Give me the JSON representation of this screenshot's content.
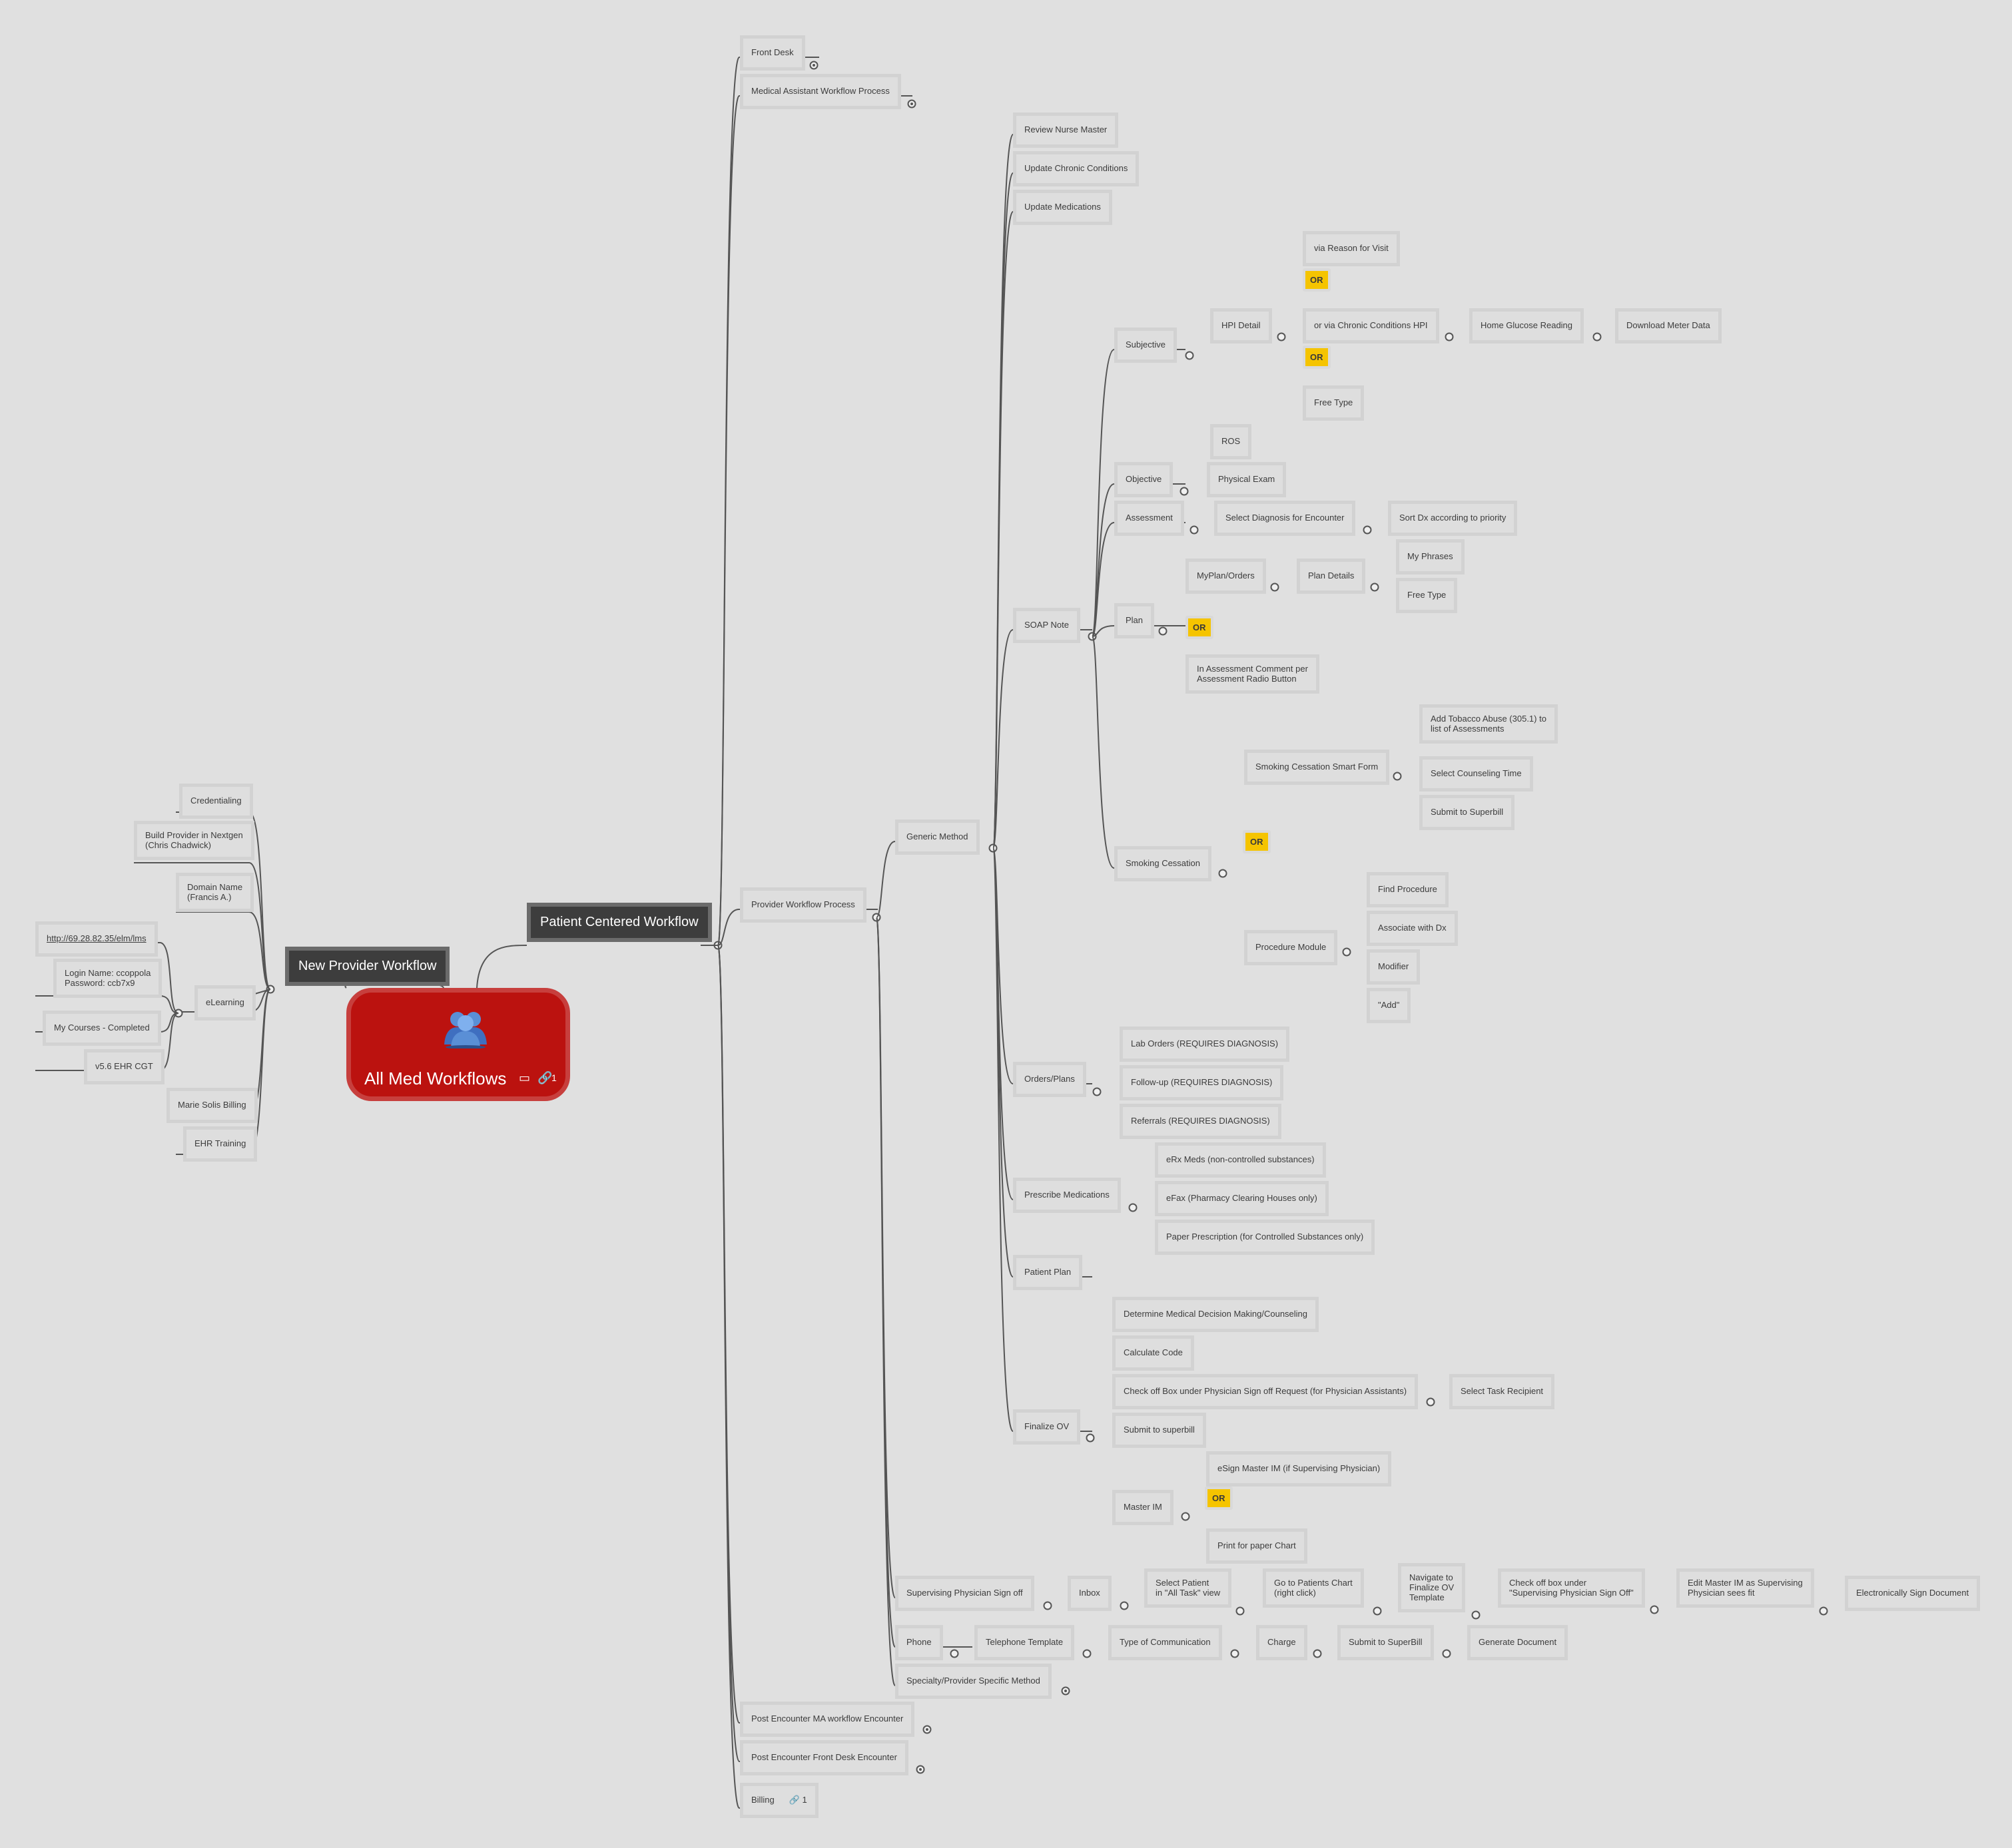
{
  "colors": {
    "background": "#e0e0e0",
    "central": "#bb120f",
    "or_tag": "#f5c400",
    "main_topic": "#3d3d3d",
    "line": "#555555"
  },
  "central": {
    "title": "All Med Workflows",
    "link_count": "1",
    "icon": "people-icon",
    "note_icon": "note-icon",
    "link_icon": "link-icon"
  },
  "main_topics": {
    "patient": "Patient Centered Workflow",
    "provider_new": "New Provider Workflow"
  },
  "left_branch": {
    "credentialing": "Credentialing",
    "build_provider": "Build Provider in Nextgen\n(Chris Chadwick)",
    "domain_name": "Domain Name\n(Francis A.)",
    "elearning": "eLearning",
    "url": "http://69.28.82.35/elm/lms",
    "login": "Login Name: ccoppola\nPassword: ccb7x9",
    "my_courses": "My Courses - Completed",
    "ehr_cgt": "v5.6 EHR CGT",
    "marie": "Marie Solis Billing",
    "ehr_training": "EHR Training"
  },
  "right_branch": {
    "front_desk": "Front Desk",
    "ma_process": "Medical Assistant Workflow Process",
    "provider_process": "Provider Workflow Process",
    "generic_method": "Generic Method",
    "review_nurse": "Review Nurse Master",
    "update_chronic": "Update Chronic Conditions",
    "update_meds": "Update Medications",
    "soap": "SOAP Note",
    "subjective": "Subjective",
    "hpi": "HPI Detail",
    "via_reason": "via Reason for Visit",
    "or_label": "OR",
    "or_chronic_hpi": "or via Chronic Conditions HPI",
    "home_glucose": "Home Glucose Reading",
    "download_meter": "Download Meter Data",
    "free_type": "Free Type",
    "ros": "ROS",
    "objective": "Objective",
    "physical_exam": "Physical Exam",
    "assessment": "Assessment",
    "select_dx": "Select Diagnosis for Encounter",
    "sort_dx": "Sort Dx according to priority",
    "plan": "Plan",
    "myplan": "MyPlan/Orders",
    "plan_details": "Plan Details",
    "my_phrases": "My Phrases",
    "free_type2": "Free Type",
    "in_assessment": "In Assessment Comment per\nAssessment Radio Button",
    "smoking": "Smoking Cessation",
    "smoking_form": "Smoking Cessation Smart Form",
    "add_tobacco": "Add Tobacco Abuse (305.1) to\nlist of Assessments",
    "counseling_time": "Select Counseling Time",
    "submit_superbill": "Submit to Superbill",
    "procedure_module": "Procedure Module",
    "find_procedure": "Find Procedure",
    "associate_dx": "Associate with Dx",
    "modifier": "Modifier",
    "add": "\"Add\"",
    "orders_plans": "Orders/Plans",
    "lab_orders": "Lab Orders (REQUIRES DIAGNOSIS)",
    "follow_up": "Follow-up (REQUIRES DIAGNOSIS)",
    "referrals": "Referrals (REQUIRES DIAGNOSIS)",
    "prescribe": "Prescribe Medications",
    "erx": "eRx Meds (non-controlled substances)",
    "efax": "eFax (Pharmacy Clearing Houses only)",
    "paper_rx": "Paper Prescription (for Controlled Substances only)",
    "patient_plan": "Patient Plan",
    "finalize_ov": "Finalize OV",
    "determine_mdm": "Determine Medical Decision Making/Counseling",
    "calculate_code": "Calculate Code",
    "check_off_box": "Check off Box under Physician Sign off Request (for Physician Assistants)",
    "select_task_recipient": "Select Task Recipient",
    "submit_superbill_lc": "Submit to superbill",
    "master_im": "Master IM",
    "esign_master": "eSign Master IM (if Supervising Physician)",
    "print_paper": "Print for paper Chart",
    "supervising": "Supervising Physician Sign off",
    "inbox": "Inbox",
    "select_patient": "Select Patient\nin \"All Task\" view",
    "go_to_chart": "Go to Patients Chart\n(right click)",
    "navigate": "Navigate to\nFinalize OV\nTemplate",
    "check_off_sup": "Check off box under\n\"Supervising Physician Sign Off\"",
    "edit_master": "Edit Master IM as Supervising\nPhysician sees fit",
    "e_sign_doc": "Electronically Sign Document",
    "phone": "Phone",
    "telephone_template": "Telephone Template",
    "type_comm": "Type of Communication",
    "charge": "Charge",
    "submit_superbill2": "Submit to SuperBill",
    "generate_doc": "Generate Document",
    "specialty": "Specialty/Provider Specific Method",
    "post_ma": "Post Encounter MA workflow Encounter",
    "post_fd": "Post Encounter Front Desk Encounter",
    "billing": "Billing",
    "billing_link_count": "1"
  }
}
